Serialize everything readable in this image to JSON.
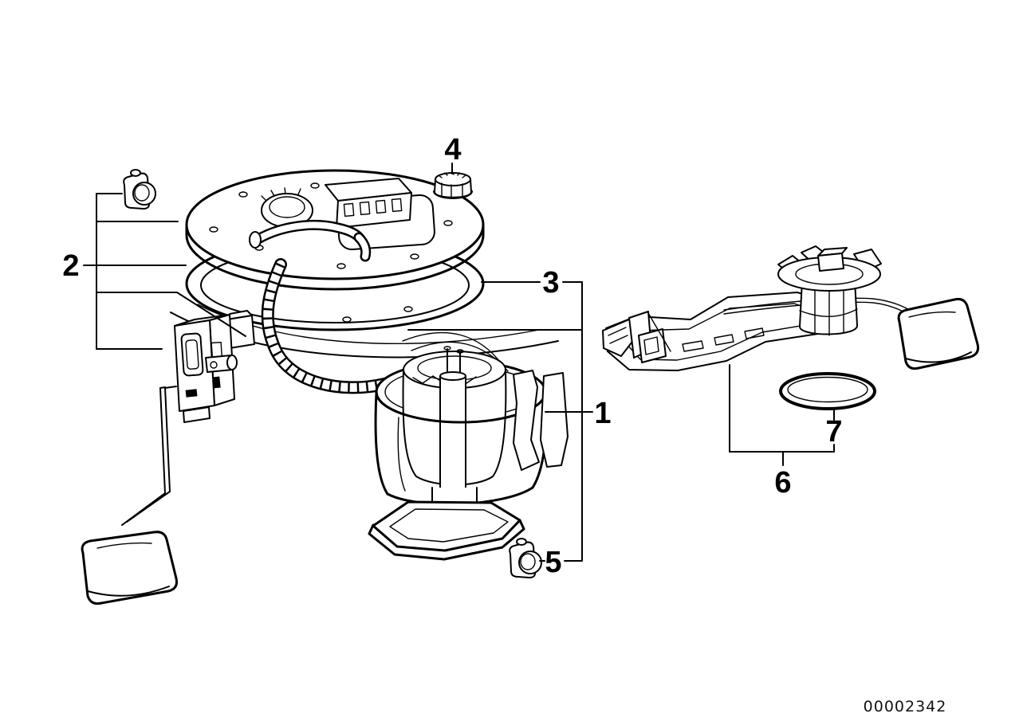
{
  "canvas": {
    "background": "#ffffff",
    "line_color": "#000000"
  },
  "callouts": {
    "c1": {
      "label": "1"
    },
    "c2": {
      "label": "2"
    },
    "c3": {
      "label": "3"
    },
    "c4": {
      "label": "4"
    },
    "c5": {
      "label": "5"
    },
    "c6": {
      "label": "6"
    },
    "c7": {
      "label": "7"
    }
  },
  "footer": {
    "drawing_number": "00002342"
  }
}
